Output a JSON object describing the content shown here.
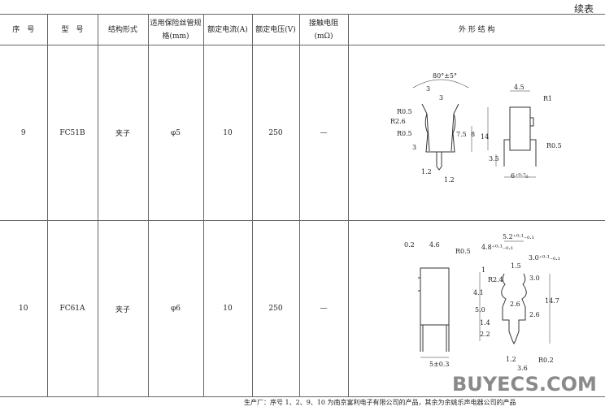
{
  "continued_label": "续表",
  "headers": [
    "序　号",
    "型　号",
    "结构形式",
    "适用保险丝管规格(mm)",
    "额定电流(A)",
    "额定电压(V)",
    "接触电阻(mΩ)",
    "外 形 结 构"
  ],
  "rows": [
    {
      "no": "9",
      "model": "FC51B",
      "structure": "夹子",
      "fuse_spec": "φ5",
      "current": "10",
      "voltage": "250",
      "resistance": "—"
    },
    {
      "no": "10",
      "model": "FC61A",
      "structure": "夹子",
      "fuse_spec": "φ6",
      "current": "10",
      "voltage": "250",
      "resistance": "—"
    }
  ],
  "drawing9_labels": [
    "80°±5°",
    "3",
    "3",
    "R0.5",
    "R2.6",
    "R0.5",
    "3",
    "7.5",
    "8",
    "1.2",
    "1.2",
    "4.5",
    "R1",
    "14",
    "R0.5",
    "3.5",
    "6⁺⁰·⁷₀"
  ],
  "drawing10_labels": [
    "0.2",
    "4.6",
    "R0.5",
    "5±0.3",
    "5.2⁺⁰·¹₋₀.₁",
    "4.8⁺⁰·¹₋₀.₁",
    "3.0⁺⁰·¹₋₀.₁",
    "1.5",
    "1",
    "3.0",
    "R2.4",
    "4.1",
    "2.6",
    "5.0",
    "14.7",
    "2.6",
    "1.4",
    "2.2",
    "1.2",
    "3.6",
    "R0.2"
  ],
  "footer": "生产厂：序号 1、2、9、10 为南京富利电子有限公司的产品，其余为余姚乐声电器公司的产品",
  "watermark": "BUYECS.COM"
}
